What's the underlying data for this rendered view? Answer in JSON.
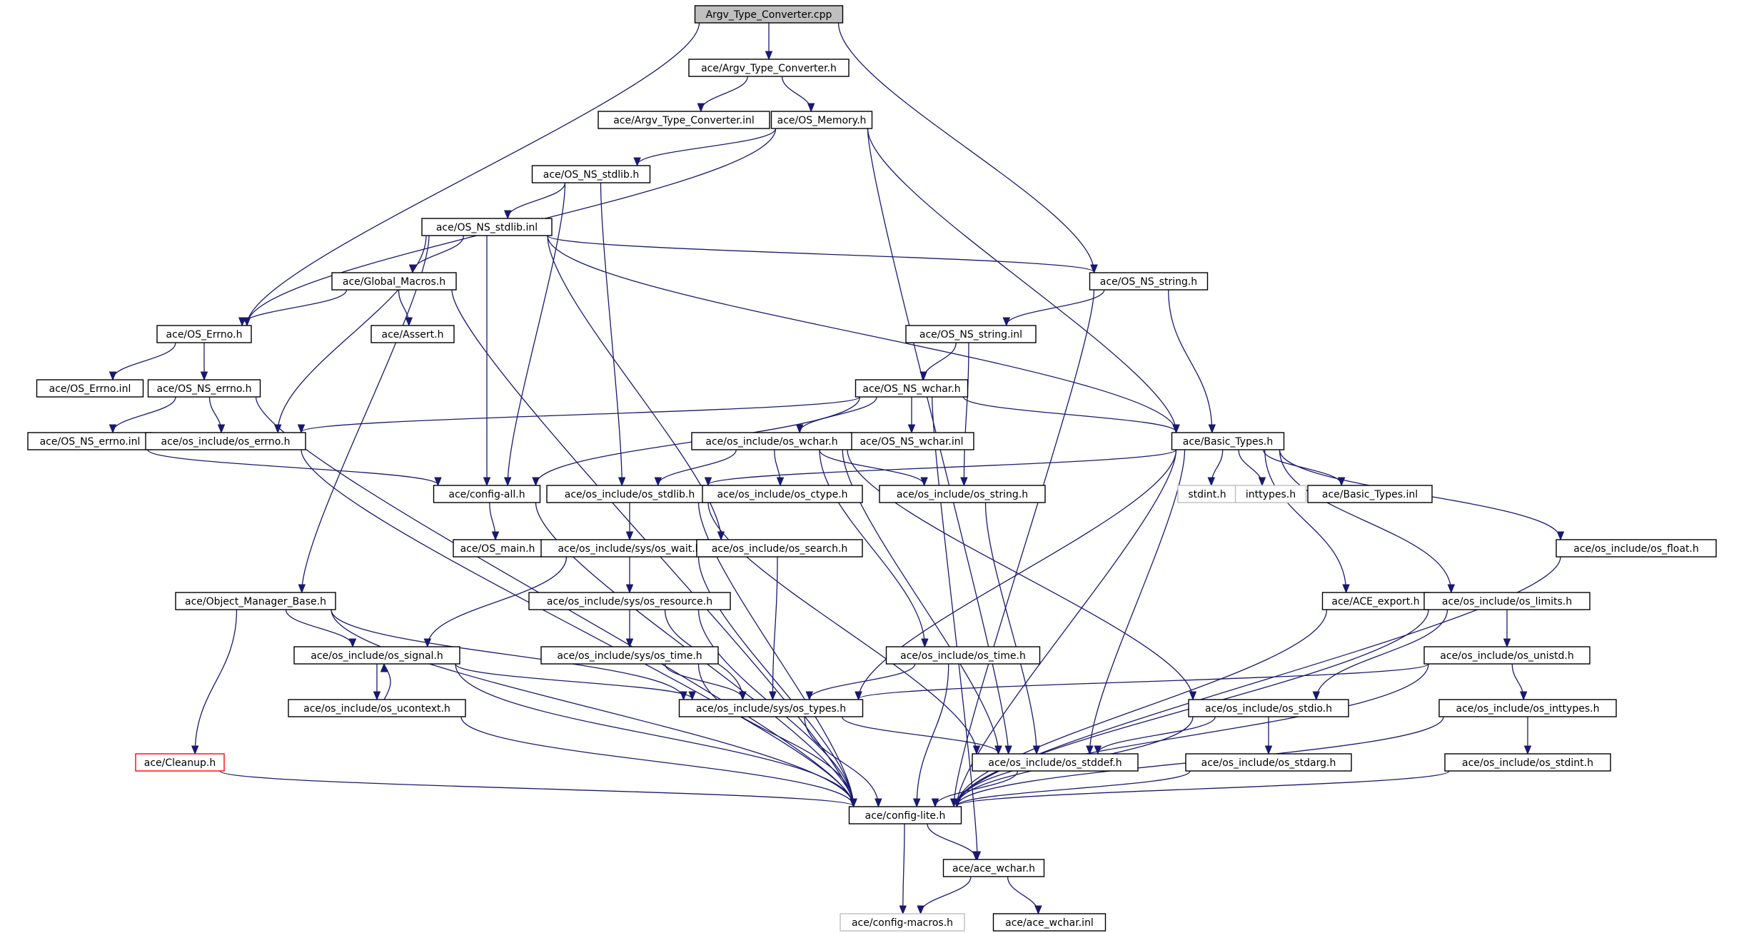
{
  "title": "Argv_Type_Converter.cpp",
  "colors": {
    "edge": "#191970",
    "node_border": "#000000",
    "root_fill": "#bfbfbf",
    "missing_border": "#bfbfbf",
    "undocumented_border": "#ff0000"
  },
  "nodes": [
    {
      "id": "root",
      "label": "Argv_Type_Converter.cpp",
      "style": "root"
    },
    {
      "id": "atc_h",
      "label": "ace/Argv_Type_Converter.h"
    },
    {
      "id": "atc_inl",
      "label": "ace/Argv_Type_Converter.inl"
    },
    {
      "id": "osmem",
      "label": "ace/OS_Memory.h"
    },
    {
      "id": "stdlib_h",
      "label": "ace/OS_NS_stdlib.h"
    },
    {
      "id": "stdlib_inl",
      "label": "ace/OS_NS_stdlib.inl"
    },
    {
      "id": "globalm",
      "label": "ace/Global_Macros.h"
    },
    {
      "id": "assert",
      "label": "ace/Assert.h"
    },
    {
      "id": "oserrno",
      "label": "ace/OS_Errno.h"
    },
    {
      "id": "oserrno_inl",
      "label": "ace/OS_Errno.inl"
    },
    {
      "id": "nserrno",
      "label": "ace/OS_NS_errno.h"
    },
    {
      "id": "nserrno_inl",
      "label": "ace/OS_NS_errno.inl"
    },
    {
      "id": "inc_errno",
      "label": "ace/os_include/os_errno.h"
    },
    {
      "id": "nsstring",
      "label": "ace/OS_NS_string.h"
    },
    {
      "id": "nsstring_inl",
      "label": "ace/OS_NS_string.inl"
    },
    {
      "id": "nswchar",
      "label": "ace/OS_NS_wchar.h"
    },
    {
      "id": "nswchar_inl",
      "label": "ace/OS_NS_wchar.inl"
    },
    {
      "id": "inc_wchar",
      "label": "ace/os_include/os_wchar.h"
    },
    {
      "id": "basictypes",
      "label": "ace/Basic_Types.h"
    },
    {
      "id": "configall",
      "label": "ace/config-all.h"
    },
    {
      "id": "inc_stdlib",
      "label": "ace/os_include/os_stdlib.h"
    },
    {
      "id": "inc_ctype",
      "label": "ace/os_include/os_ctype.h"
    },
    {
      "id": "inc_string",
      "label": "ace/os_include/os_string.h"
    },
    {
      "id": "stdint",
      "label": "stdint.h",
      "style": "missing"
    },
    {
      "id": "inttypes",
      "label": "inttypes.h",
      "style": "missing"
    },
    {
      "id": "bt_inl",
      "label": "ace/Basic_Types.inl"
    },
    {
      "id": "osmain",
      "label": "ace/OS_main.h"
    },
    {
      "id": "syswait",
      "label": "ace/os_include/sys/os_wait.h"
    },
    {
      "id": "inc_search",
      "label": "ace/os_include/os_search.h"
    },
    {
      "id": "inc_float",
      "label": "ace/os_include/os_float.h"
    },
    {
      "id": "objmgr",
      "label": "ace/Object_Manager_Base.h"
    },
    {
      "id": "sysres",
      "label": "ace/os_include/sys/os_resource.h"
    },
    {
      "id": "aceexport",
      "label": "ace/ACE_export.h"
    },
    {
      "id": "inc_limits",
      "label": "ace/os_include/os_limits.h"
    },
    {
      "id": "inc_signal",
      "label": "ace/os_include/os_signal.h"
    },
    {
      "id": "systime",
      "label": "ace/os_include/sys/os_time.h"
    },
    {
      "id": "inc_time",
      "label": "ace/os_include/os_time.h"
    },
    {
      "id": "inc_unistd",
      "label": "ace/os_include/os_unistd.h"
    },
    {
      "id": "ucontext",
      "label": "ace/os_include/os_ucontext.h"
    },
    {
      "id": "systypes",
      "label": "ace/os_include/sys/os_types.h"
    },
    {
      "id": "inc_stdio",
      "label": "ace/os_include/os_stdio.h"
    },
    {
      "id": "inc_inttypes",
      "label": "ace/os_include/os_inttypes.h"
    },
    {
      "id": "cleanup",
      "label": "ace/Cleanup.h",
      "style": "red"
    },
    {
      "id": "inc_stddef",
      "label": "ace/os_include/os_stddef.h"
    },
    {
      "id": "inc_stdarg",
      "label": "ace/os_include/os_stdarg.h"
    },
    {
      "id": "inc_stdint",
      "label": "ace/os_include/os_stdint.h"
    },
    {
      "id": "configlite",
      "label": "ace/config-lite.h"
    },
    {
      "id": "acewchar",
      "label": "ace/ace_wchar.h"
    },
    {
      "id": "configmacros",
      "label": "ace/config-macros.h",
      "style": "missing"
    },
    {
      "id": "acewchar_inl",
      "label": "ace/ace_wchar.inl"
    }
  ],
  "edges": [
    [
      "root",
      "atc_h"
    ],
    [
      "root",
      "oserrno"
    ],
    [
      "root",
      "nsstring"
    ],
    [
      "atc_h",
      "atc_inl"
    ],
    [
      "atc_h",
      "osmem"
    ],
    [
      "osmem",
      "oserrno"
    ],
    [
      "osmem",
      "stdlib_h"
    ],
    [
      "osmem",
      "basictypes"
    ],
    [
      "osmem",
      "inc_stddef"
    ],
    [
      "stdlib_h",
      "stdlib_inl"
    ],
    [
      "stdlib_h",
      "configall"
    ],
    [
      "stdlib_h",
      "inc_stdlib"
    ],
    [
      "stdlib_inl",
      "globalm"
    ],
    [
      "stdlib_inl",
      "nsstring"
    ],
    [
      "stdlib_inl",
      "inc_errno"
    ],
    [
      "stdlib_inl",
      "configall"
    ],
    [
      "stdlib_inl",
      "inc_search"
    ],
    [
      "stdlib_inl",
      "basictypes"
    ],
    [
      "stdlib_inl",
      "objmgr"
    ],
    [
      "globalm",
      "oserrno"
    ],
    [
      "globalm",
      "assert"
    ],
    [
      "globalm",
      "configlite"
    ],
    [
      "oserrno",
      "oserrno_inl"
    ],
    [
      "oserrno",
      "nserrno"
    ],
    [
      "nserrno",
      "nserrno_inl"
    ],
    [
      "nserrno",
      "inc_errno"
    ],
    [
      "nserrno",
      "configlite"
    ],
    [
      "nserrno_inl",
      "configall"
    ],
    [
      "inc_errno",
      "configlite"
    ],
    [
      "nsstring",
      "nsstring_inl"
    ],
    [
      "nsstring",
      "basictypes"
    ],
    [
      "nsstring",
      "configlite"
    ],
    [
      "nsstring_inl",
      "nswchar"
    ],
    [
      "nsstring_inl",
      "inc_string"
    ],
    [
      "nswchar",
      "inc_errno"
    ],
    [
      "nswchar",
      "configall"
    ],
    [
      "nswchar",
      "inc_wchar"
    ],
    [
      "nswchar",
      "nswchar_inl"
    ],
    [
      "nswchar",
      "basictypes"
    ],
    [
      "nswchar",
      "acewchar"
    ],
    [
      "inc_wchar",
      "inc_stdlib"
    ],
    [
      "inc_wchar",
      "inc_ctype"
    ],
    [
      "inc_wchar",
      "inc_string"
    ],
    [
      "inc_wchar",
      "inc_stdio"
    ],
    [
      "inc_wchar",
      "inc_time"
    ],
    [
      "inc_wchar",
      "inc_stddef"
    ],
    [
      "basictypes",
      "inc_stdlib"
    ],
    [
      "basictypes",
      "stdint"
    ],
    [
      "basictypes",
      "inttypes"
    ],
    [
      "basictypes",
      "bt_inl"
    ],
    [
      "basictypes",
      "inc_float"
    ],
    [
      "basictypes",
      "aceexport"
    ],
    [
      "basictypes",
      "inc_limits"
    ],
    [
      "basictypes",
      "systypes"
    ],
    [
      "basictypes",
      "inc_stddef"
    ],
    [
      "basictypes",
      "configlite"
    ],
    [
      "configall",
      "osmain"
    ],
    [
      "configall",
      "configlite"
    ],
    [
      "inc_stdlib",
      "syswait"
    ],
    [
      "inc_stdlib",
      "inc_stddef"
    ],
    [
      "inc_stdlib",
      "configlite"
    ],
    [
      "inc_string",
      "inc_stddef"
    ],
    [
      "syswait",
      "sysres"
    ],
    [
      "syswait",
      "inc_signal"
    ],
    [
      "syswait",
      "configlite"
    ],
    [
      "inc_search",
      "systypes"
    ],
    [
      "inc_float",
      "configlite"
    ],
    [
      "objmgr",
      "inc_signal"
    ],
    [
      "objmgr",
      "cleanup"
    ],
    [
      "objmgr",
      "systypes"
    ],
    [
      "objmgr",
      "configlite"
    ],
    [
      "sysres",
      "systime"
    ],
    [
      "sysres",
      "systypes"
    ],
    [
      "sysres",
      "configlite"
    ],
    [
      "aceexport",
      "configlite"
    ],
    [
      "inc_limits",
      "inc_unistd"
    ],
    [
      "inc_limits",
      "inc_stdio"
    ],
    [
      "inc_limits",
      "configlite"
    ],
    [
      "inc_signal",
      "ucontext"
    ],
    [
      "inc_signal",
      "systypes"
    ],
    [
      "inc_signal",
      "configlite"
    ],
    [
      "ucontext",
      "inc_signal"
    ],
    [
      "ucontext",
      "configlite"
    ],
    [
      "systime",
      "systypes"
    ],
    [
      "systime",
      "configlite"
    ],
    [
      "inc_time",
      "systypes"
    ],
    [
      "inc_time",
      "configlite"
    ],
    [
      "inc_unistd",
      "systypes"
    ],
    [
      "inc_unistd",
      "inc_inttypes"
    ],
    [
      "inc_unistd",
      "configlite"
    ],
    [
      "systypes",
      "inc_stddef"
    ],
    [
      "systypes",
      "configlite"
    ],
    [
      "inc_stdio",
      "inc_stddef"
    ],
    [
      "inc_stdio",
      "inc_stdarg"
    ],
    [
      "inc_stdio",
      "configlite"
    ],
    [
      "inc_inttypes",
      "inc_stdint"
    ],
    [
      "inc_inttypes",
      "configlite"
    ],
    [
      "cleanup",
      "configlite"
    ],
    [
      "inc_stddef",
      "configlite"
    ],
    [
      "inc_stdarg",
      "configlite"
    ],
    [
      "inc_stdint",
      "configlite"
    ],
    [
      "configlite",
      "acewchar"
    ],
    [
      "configlite",
      "configmacros"
    ],
    [
      "acewchar",
      "configmacros"
    ],
    [
      "acewchar",
      "acewchar_inl"
    ]
  ]
}
